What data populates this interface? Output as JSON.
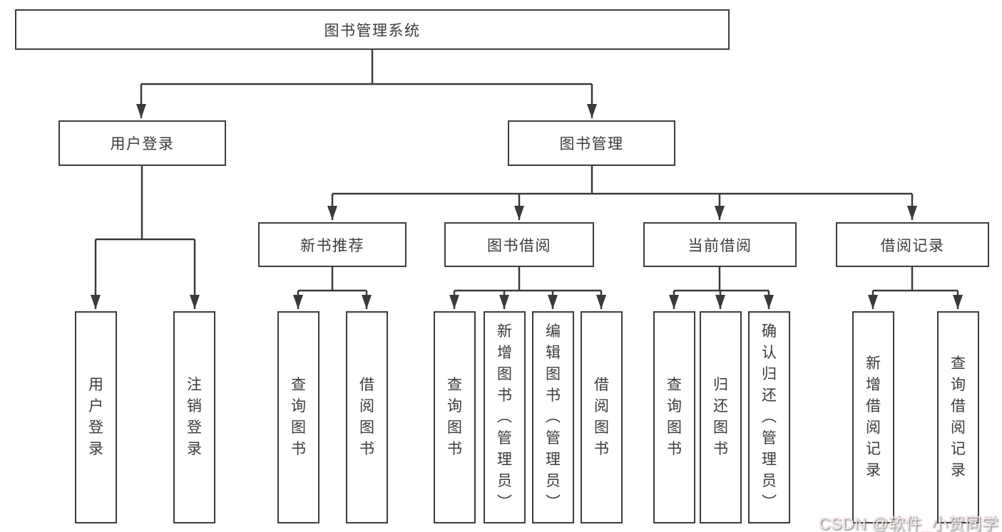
{
  "diagram": {
    "title_node": "图书管理系统",
    "level2": {
      "user_login": "用户登录",
      "book_mgmt": "图书管理"
    },
    "level3": {
      "new_book_rec": "新书推荐",
      "book_borrow": "图书借阅",
      "current_borrow": "当前借阅",
      "borrow_records": "借阅记录"
    },
    "leaves": [
      "用户登录",
      "注销登录",
      "查询图书",
      "借阅图书",
      "查询图书",
      "新增图书（管理员）",
      "编辑图书（管理员）",
      "借阅图书",
      "查询图书",
      "归还图书",
      "确认归还（管理员）",
      "新增借阅记录",
      "查询借阅记录"
    ]
  },
  "watermark": "CSDN @软件_小贺同学",
  "colors": {
    "line": "#3a3a3a",
    "border": "#3d3d3d",
    "text": "#3b3b3b",
    "background": "#ffffff",
    "watermark_text": "#ffecec"
  }
}
